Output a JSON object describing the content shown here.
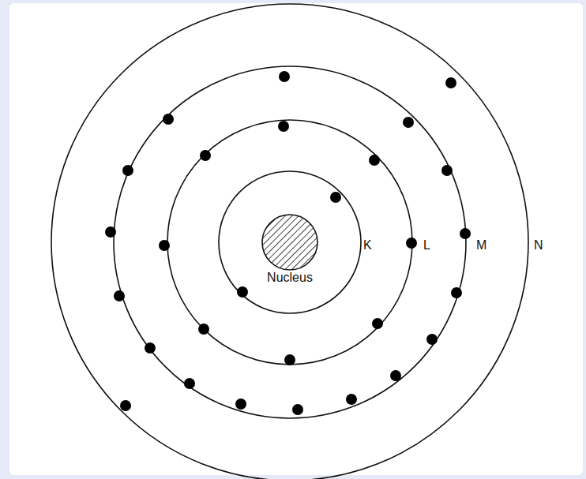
{
  "diagram": {
    "nodes": [
      {
        "text": [
          "Nucleus"
        ]
      }
    ],
    "labels": [
      "K",
      "L",
      "M",
      "N"
    ]
  }
}
